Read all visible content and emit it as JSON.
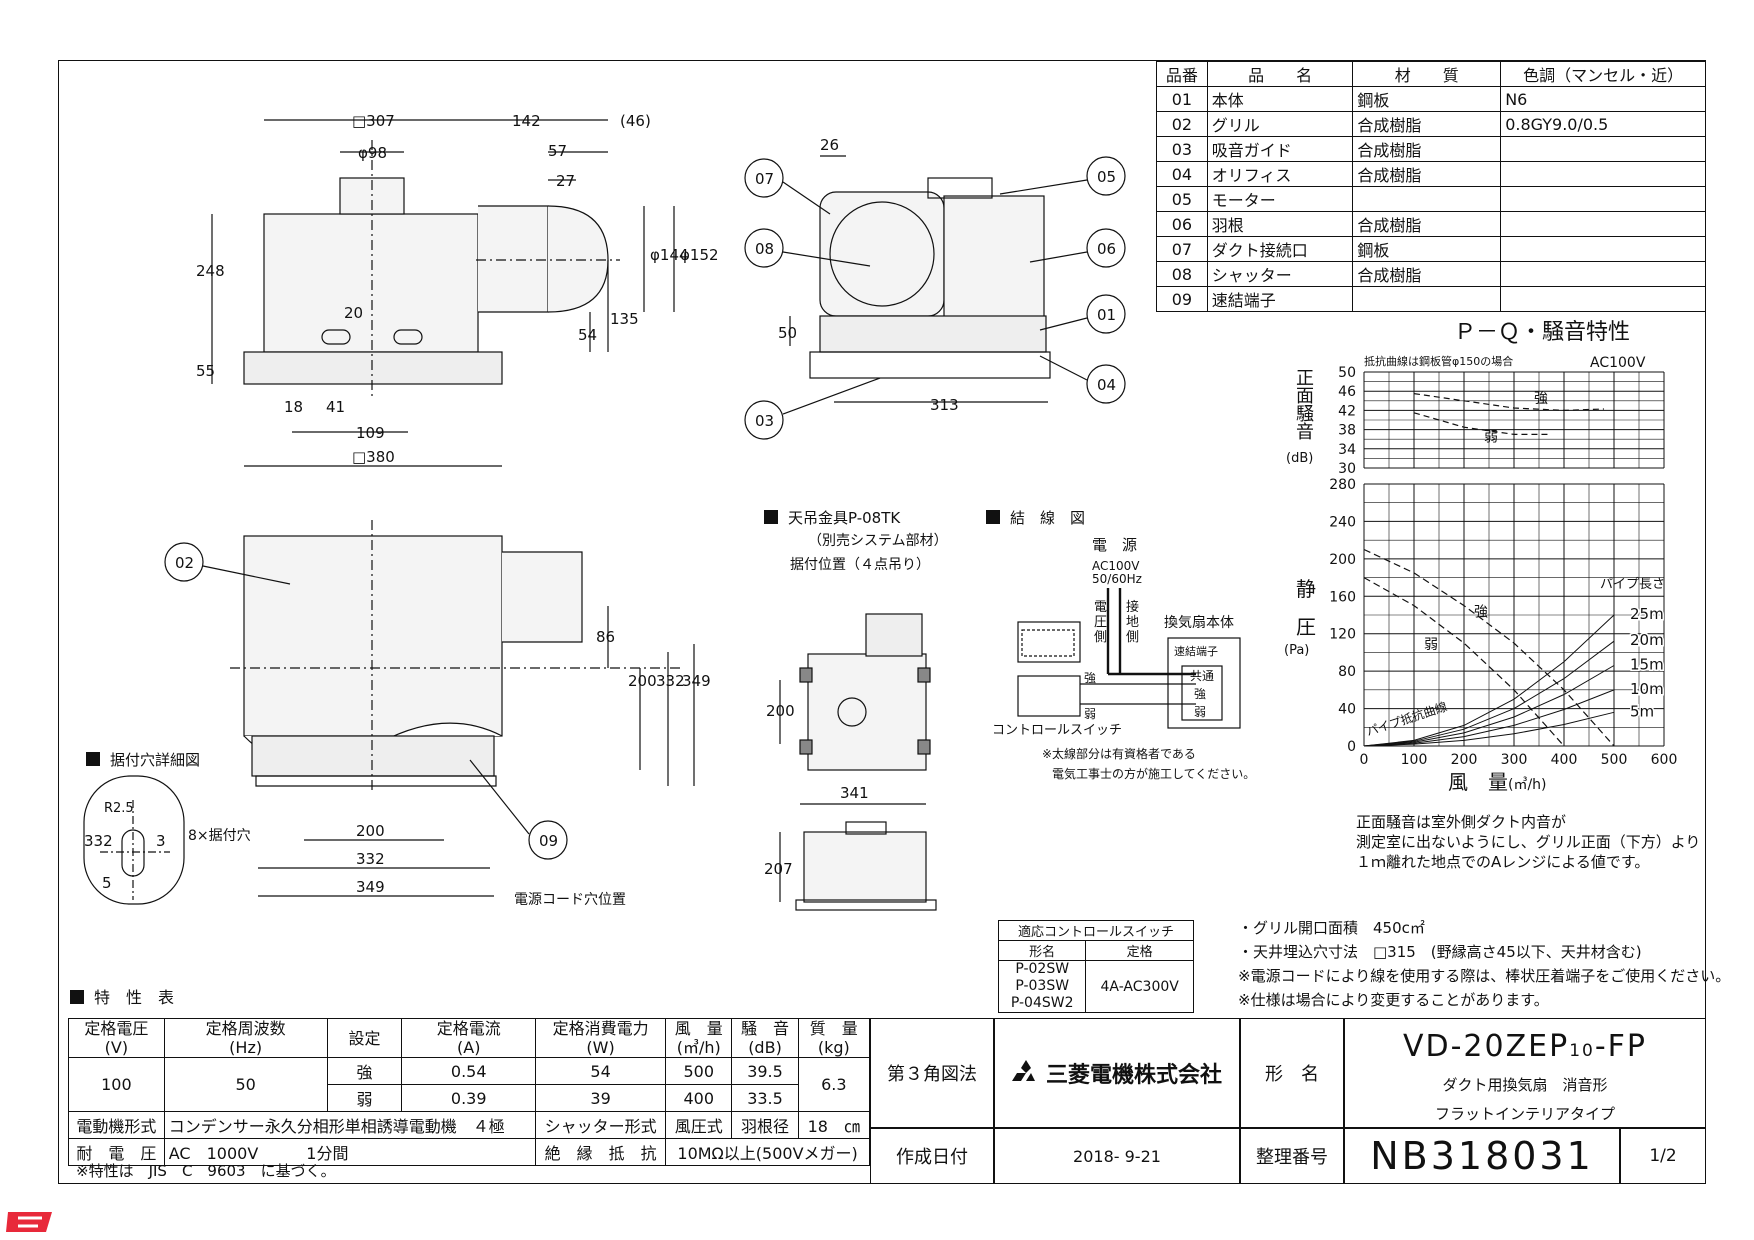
{
  "parts_table": {
    "headers": [
      "品番",
      "品　　名",
      "材　　質",
      "色調（マンセル・近）"
    ],
    "rows": [
      [
        "01",
        "本体",
        "鋼板",
        "N6"
      ],
      [
        "02",
        "グリル",
        "合成樹脂",
        "0.8GY9.0/0.5"
      ],
      [
        "03",
        "吸音ガイド",
        "合成樹脂",
        ""
      ],
      [
        "04",
        "オリフィス",
        "合成樹脂",
        ""
      ],
      [
        "05",
        "モーター",
        "",
        ""
      ],
      [
        "06",
        "羽根",
        "合成樹脂",
        ""
      ],
      [
        "07",
        "ダクト接続口",
        "鋼板",
        ""
      ],
      [
        "08",
        "シャッター",
        "合成樹脂",
        ""
      ],
      [
        "09",
        "速結端子",
        "",
        ""
      ]
    ]
  },
  "drawing_top": {
    "dims": [
      "□307",
      "142",
      "(46)",
      "φ98",
      "57",
      "27",
      "φ144",
      "φ152",
      "248",
      "20",
      "54",
      "135",
      "55",
      "18",
      "41",
      "109",
      "□380"
    ]
  },
  "drawing_side": {
    "dims": [
      "26",
      "50",
      "313"
    ],
    "callouts": [
      "07",
      "08",
      "03",
      "05",
      "06",
      "01",
      "04"
    ]
  },
  "drawing_bottom": {
    "dims": [
      "86",
      "200",
      "332",
      "349",
      "200",
      "332",
      "349"
    ],
    "callouts": [
      "02",
      "09"
    ],
    "cord_label": "電源コード穴位置"
  },
  "mount_detail": {
    "title": "据付穴詳細図",
    "dims": [
      "332",
      "R2.5",
      "3",
      "5"
    ],
    "hole_label": "8×据付穴"
  },
  "hanger": {
    "title": "天吊金具P-08TK",
    "sub1": "（別売システム部材）",
    "sub2": "据付位置（４点吊り）",
    "dims": [
      "200",
      "341",
      "207"
    ]
  },
  "wiring": {
    "title": "結　線　図",
    "source": "電　源",
    "voltage": "AC100V",
    "freq": "50/60Hz",
    "power_side": [
      "電",
      "圧",
      "側"
    ],
    "ground_side": [
      "接",
      "地",
      "側"
    ],
    "fan_body": "換気扇本体",
    "terminal": "速結端子",
    "terms": [
      "共通",
      "強",
      "弱"
    ],
    "strong": "強",
    "weak": "弱",
    "switch": "コントロールスイッチ",
    "note1": "※太線部分は有資格者である",
    "note2": "電気工事士の方が施工してください。"
  },
  "chart_data": {
    "type": "line",
    "title": "Ｐ－Ｑ・騒音特性",
    "subtitle": "抵抗曲線は鋼板管φ150の場合",
    "ac_label": "AC100V",
    "noise": {
      "ylabel_chars": [
        "正",
        "面",
        "騒",
        "音"
      ],
      "unit": "(dB)",
      "ylim": [
        30,
        50
      ],
      "yticks": [
        "50",
        "46",
        "42",
        "38",
        "34",
        "30"
      ],
      "series": [
        {
          "name": "強",
          "x": [
            100,
            200,
            300,
            400,
            480
          ],
          "y": [
            45.5,
            44,
            42.5,
            42,
            42.3
          ]
        },
        {
          "name": "弱",
          "x": [
            100,
            200,
            300,
            370
          ],
          "y": [
            41.5,
            38.5,
            37,
            37
          ]
        }
      ]
    },
    "pressure": {
      "ylabel_chars": [
        "静",
        "圧"
      ],
      "unit": "(Pa)",
      "ylim": [
        0,
        280
      ],
      "yticks": [
        "280",
        "240",
        "200",
        "160",
        "120",
        "80",
        "40",
        "0"
      ],
      "xlim": [
        0,
        600
      ],
      "xticks": [
        "0",
        "100",
        "200",
        "300",
        "400",
        "500",
        "600"
      ],
      "xlabel": "風　量",
      "xunit": "(㎥/h)",
      "series": [
        {
          "name": "強",
          "x": [
            0,
            100,
            200,
            300,
            400,
            500
          ],
          "y": [
            210,
            185,
            150,
            110,
            60,
            0
          ]
        },
        {
          "name": "弱",
          "x": [
            0,
            100,
            200,
            300,
            400
          ],
          "y": [
            180,
            150,
            110,
            60,
            0
          ]
        }
      ],
      "pipe_length_label": "パイプ長さ",
      "pipe_curves": [
        {
          "name": "25m",
          "x": [
            0,
            100,
            200,
            300,
            400,
            500
          ],
          "y": [
            0,
            6,
            22,
            50,
            90,
            140
          ]
        },
        {
          "name": "20m",
          "x": [
            0,
            100,
            200,
            300,
            400,
            500
          ],
          "y": [
            0,
            5,
            18,
            40,
            72,
            112
          ]
        },
        {
          "name": "15m",
          "x": [
            0,
            100,
            200,
            300,
            400,
            500
          ],
          "y": [
            0,
            4,
            14,
            31,
            55,
            86
          ]
        },
        {
          "name": "10m",
          "x": [
            0,
            100,
            200,
            300,
            400,
            500
          ],
          "y": [
            0,
            3,
            10,
            22,
            39,
            60
          ]
        },
        {
          "name": "5m",
          "x": [
            0,
            100,
            200,
            300,
            400,
            500
          ],
          "y": [
            0,
            2,
            6,
            13,
            23,
            36
          ]
        }
      ],
      "resistance_label": "パイプ抵抗曲線"
    },
    "grid": true
  },
  "chart_note": [
    "正面騒音は室外側ダクト内音が",
    "測定室に出ないようにし、グリル正面（下方）より",
    "１ｍ離れた地点でのAレンジによる値です。"
  ],
  "switch_table": {
    "title": "適応コントロールスイッチ",
    "headers": [
      "形名",
      "定格"
    ],
    "models": [
      "P-02SW",
      "P-03SW",
      "P-04SW2"
    ],
    "rating": "4A-AC300V"
  },
  "notes": [
    "・グリル開口面積　450c㎡",
    "・天井埋込穴寸法　□315　(野縁高さ45以下、天井材含む)",
    "※電源コードにより線を使用する際は、棒状圧着端子をご使用ください。",
    "※仕様は場合により変更することがあります。"
  ],
  "spec": {
    "title": "特　性　表",
    "headers": [
      "定格電圧\n(V)",
      "定格周波数\n(Hz)",
      "設定",
      "定格電流\n(A)",
      "定格消費電力\n(W)",
      "風　量\n(㎥/h)",
      "騒　音\n(dB)",
      "質　量\n(kg)"
    ],
    "voltage": "100",
    "frequency": "50",
    "rows": [
      {
        "setting": "強",
        "current": "0.54",
        "power": "54",
        "airflow": "500",
        "noise": "39.5"
      },
      {
        "setting": "弱",
        "current": "0.39",
        "power": "39",
        "airflow": "400",
        "noise": "33.5"
      }
    ],
    "mass": "6.3",
    "motor_label": "電動機形式",
    "motor": "コンデンサー永久分相形単相誘導電動機　４極",
    "shutter_label": "シャッター形式",
    "shutter": "風圧式",
    "blade_label": "羽根径",
    "blade": "18　㎝",
    "withstand_label": "耐　電　圧",
    "withstand": "AC　1000V　　　1分間",
    "insulation_label": "絶　縁　抵　抗",
    "insulation": "10MΩ以上(500Vメガー)",
    "footnote": "※特性は　JIS　C　9603　に基づく。"
  },
  "title_block": {
    "projection": "第３角図法",
    "company": "三菱電機株式会社",
    "model_label": "形　名",
    "model": "VD-20ZEP10-FP",
    "model_base": "VD-20ZEP",
    "model_sub": "10",
    "model_suffix": "-FP",
    "desc1": "ダクト用換気扇　消音形",
    "desc2": "フラットインテリアタイプ",
    "date_label": "作成日付",
    "date": "2018- 9-21",
    "number_label": "整理番号",
    "number": "NB318031",
    "page": "1/2"
  }
}
